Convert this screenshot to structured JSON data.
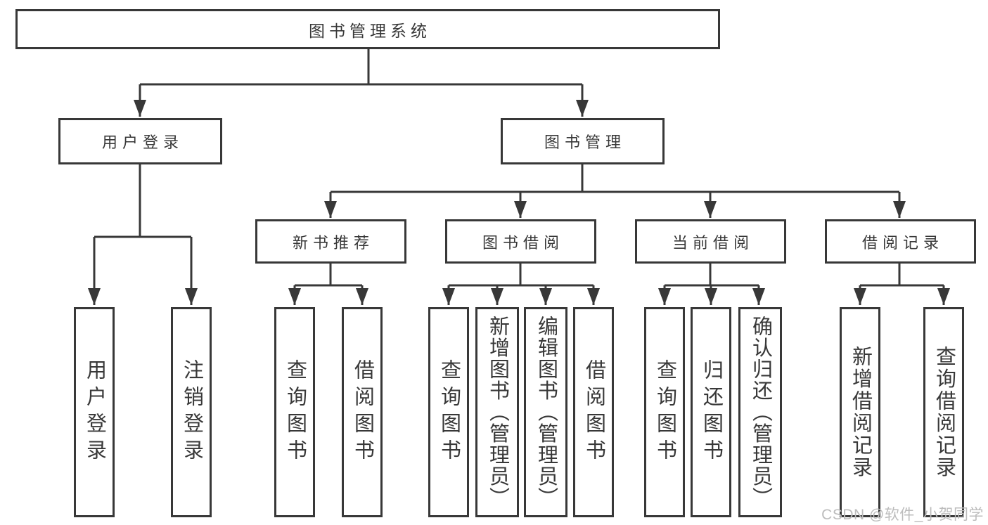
{
  "diagram": {
    "root": "图书管理系统",
    "level2": {
      "user_login": "用户登录",
      "book_mgmt": "图书管理"
    },
    "level3": {
      "new_books": "新书推荐",
      "book_borrow": "图书借阅",
      "current_borrow": "当前借阅",
      "borrow_records": "借阅记录"
    },
    "leaves": {
      "user_login": "用户登录",
      "logout": "注销登录",
      "query_books_nb": "查询图书",
      "borrow_books_nb": "借阅图书",
      "query_books_bb": "查询图书",
      "add_book_admin": "新增图书（管理员）",
      "edit_book_admin": "编辑图书（管理员）",
      "borrow_books_bb": "借阅图书",
      "query_books_cb": "查询图书",
      "return_book": "归还图书",
      "confirm_return_admin": "确认归还（管理员）",
      "add_borrow_record": "新增借阅记录",
      "query_borrow_record": "查询借阅记录"
    }
  },
  "watermark": "CSDN @软件_小贺同学",
  "colors": {
    "line": "#383838",
    "text": "#383838",
    "box_fill": "#ffffff",
    "watermark": "#bcbcbc"
  }
}
